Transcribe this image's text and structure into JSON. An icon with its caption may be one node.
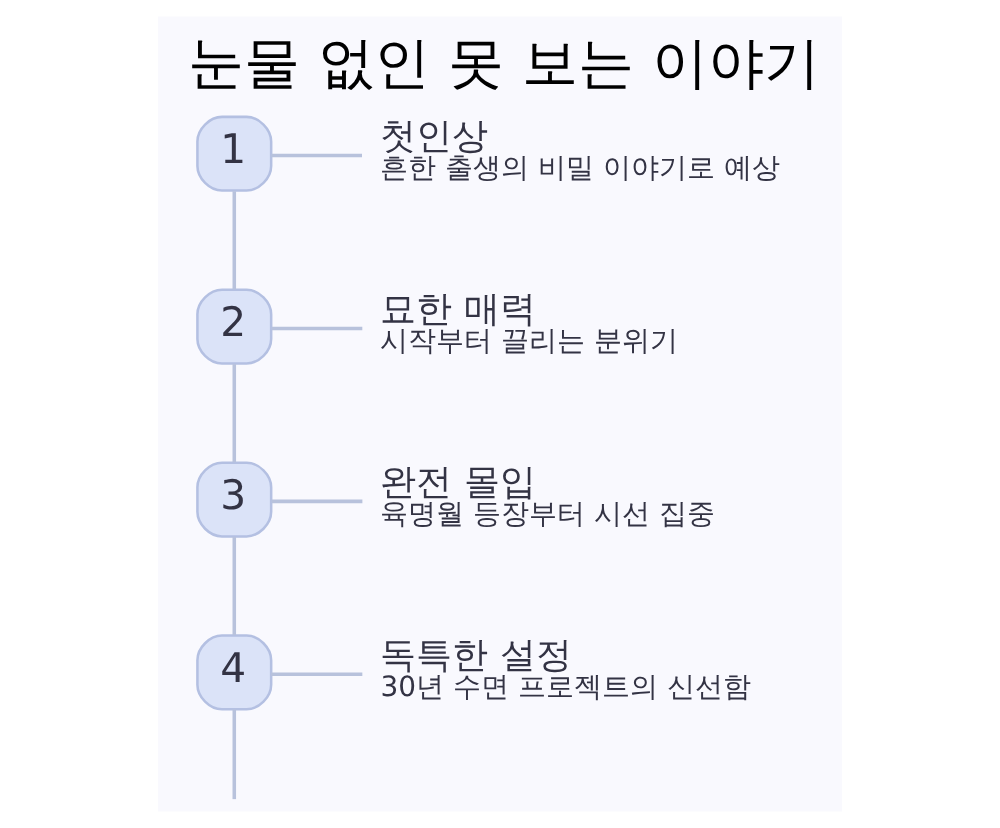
{
  "diagram": {
    "title": "눈물 없인 못 보는 이야기",
    "nodes": [
      {
        "text": [
          "1"
        ]
      },
      {
        "text": [
          "첫인상",
          "흔한 출생의 비밀 이야기로 예상"
        ]
      },
      {
        "text": [
          "2"
        ]
      },
      {
        "text": [
          "묘한 매력",
          "시작부터 끌리는 분위기"
        ]
      },
      {
        "text": [
          "3"
        ]
      },
      {
        "text": [
          "완전 몰입",
          "육명월 등장부터 시선 집중"
        ]
      },
      {
        "text": [
          "4"
        ]
      },
      {
        "text": [
          "독특한 설정",
          "30년 수면 프로젝트의 신선함"
        ]
      }
    ],
    "edges": [
      {
        "from": 0,
        "to": 1,
        "arrow": "none"
      },
      {
        "from": 0,
        "to": 2,
        "arrow": "none"
      },
      {
        "from": 2,
        "to": 3,
        "arrow": "none"
      },
      {
        "from": 2,
        "to": 4,
        "arrow": "none"
      },
      {
        "from": 4,
        "to": 5,
        "arrow": "none"
      },
      {
        "from": 4,
        "to": 6,
        "arrow": "none"
      },
      {
        "from": 6,
        "to": 7,
        "arrow": "none"
      },
      {
        "from": 6,
        "to": null,
        "arrow": "none"
      }
    ]
  }
}
